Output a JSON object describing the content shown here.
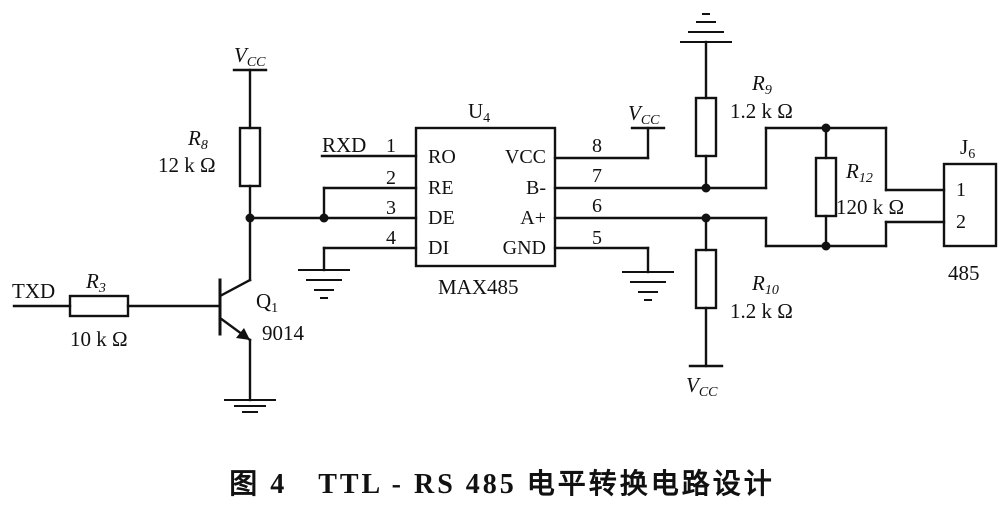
{
  "caption": "图 4　TTL - RS 485 电平转换电路设计",
  "vcc": {
    "main": "V",
    "sub": "CC"
  },
  "components": {
    "R3": {
      "letter": "R",
      "sub": "3",
      "value": "10 k Ω"
    },
    "R8": {
      "letter": "R",
      "sub": "8",
      "value": "12 k Ω"
    },
    "R9": {
      "letter": "R",
      "sub": "9",
      "value": "1.2 k Ω"
    },
    "R10": {
      "letter": "R",
      "sub": "10",
      "value": "1.2 k Ω"
    },
    "R12": {
      "letter": "R",
      "sub": "12",
      "value": "120 k Ω"
    },
    "Q1": {
      "letter": "Q",
      "sub": "1",
      "part": "9014"
    },
    "U4": {
      "letter": "U",
      "sub": "4",
      "part": "MAX485"
    },
    "J6": {
      "letter": "J",
      "sub": "6",
      "part": "485"
    }
  },
  "signals": {
    "txd": "TXD",
    "rxd": "RXD"
  },
  "chip_left_pins": [
    {
      "num": "1",
      "name": "RO"
    },
    {
      "num": "2",
      "name": "RE"
    },
    {
      "num": "3",
      "name": "DE"
    },
    {
      "num": "4",
      "name": "DI"
    }
  ],
  "chip_right_pins": [
    {
      "num": "8",
      "name": "VCC"
    },
    {
      "num": "7",
      "name": "B-"
    },
    {
      "num": "6",
      "name": "A+"
    },
    {
      "num": "5",
      "name": "GND"
    }
  ],
  "connector_pins": [
    "1",
    "2"
  ]
}
